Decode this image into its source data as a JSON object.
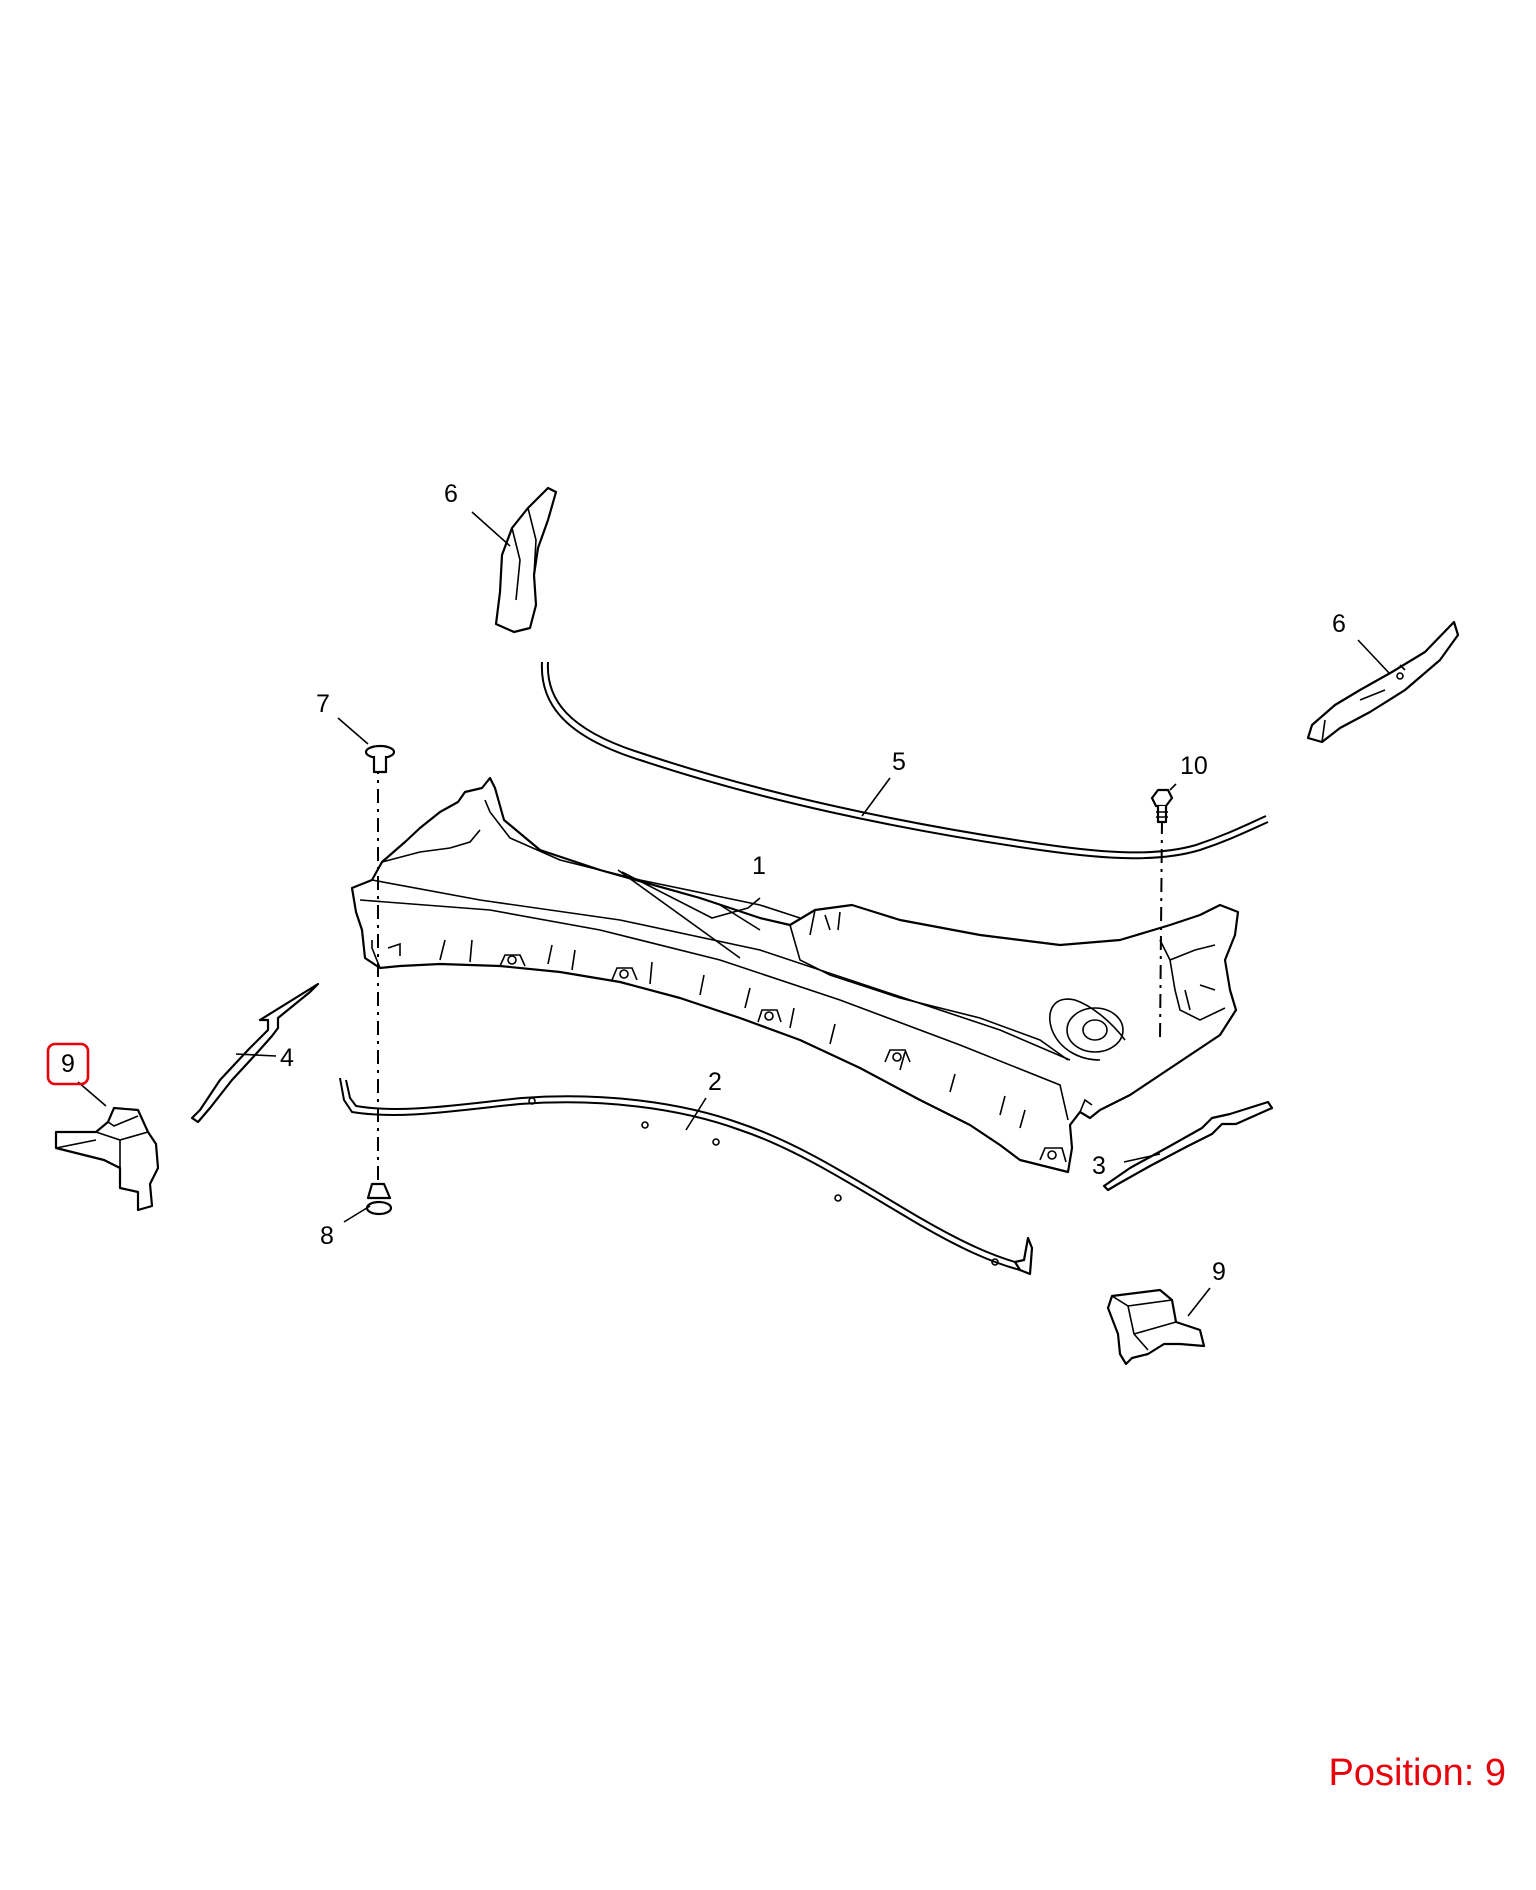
{
  "diagram": {
    "callouts": [
      {
        "id": "c1",
        "label": "1"
      },
      {
        "id": "c2",
        "label": "2"
      },
      {
        "id": "c3",
        "label": "3"
      },
      {
        "id": "c4",
        "label": "4"
      },
      {
        "id": "c5",
        "label": "5"
      },
      {
        "id": "c6a",
        "label": "6"
      },
      {
        "id": "c6b",
        "label": "6"
      },
      {
        "id": "c7",
        "label": "7"
      },
      {
        "id": "c8",
        "label": "8"
      },
      {
        "id": "c9a",
        "label": "9"
      },
      {
        "id": "c9b",
        "label": "9"
      },
      {
        "id": "c10",
        "label": "10"
      }
    ],
    "highlighted_callout": "c9a",
    "highlight_color": "#e8000b"
  },
  "position_label": "Position: 9"
}
